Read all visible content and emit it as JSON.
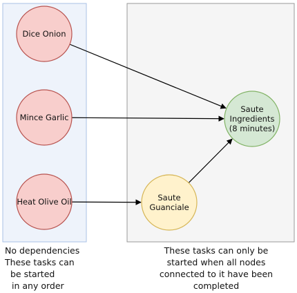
{
  "groups": {
    "independent": {
      "caption_lines": [
        "No dependencies",
        "These tasks can",
        "be started",
        "in any order"
      ]
    },
    "dependent": {
      "caption_lines": [
        "These tasks can only be",
        "started when all nodes",
        "connected to it have been",
        "completed"
      ]
    }
  },
  "nodes": {
    "dice_onion": {
      "lines": [
        "Dice Onion"
      ]
    },
    "mince_garlic": {
      "lines": [
        "Mince Garlic"
      ]
    },
    "heat_olive_oil": {
      "lines": [
        "Heat Olive Oil"
      ]
    },
    "saute_guanciale": {
      "lines": [
        "Saute",
        "Guanciale"
      ]
    },
    "saute_ingredients": {
      "lines": [
        "Saute",
        "Ingredients",
        "(8 minutes)"
      ]
    }
  },
  "edges": [
    {
      "from": "dice_onion",
      "to": "saute_ingredients"
    },
    {
      "from": "mince_garlic",
      "to": "saute_ingredients"
    },
    {
      "from": "heat_olive_oil",
      "to": "saute_guanciale"
    },
    {
      "from": "saute_guanciale",
      "to": "saute_ingredients"
    }
  ],
  "colors": {
    "red_fill": "#f8cecc",
    "red_stroke": "#b85450",
    "yellow_fill": "#fff2cc",
    "yellow_stroke": "#d6b656",
    "green_fill": "#d5e8d4",
    "green_stroke": "#82b366",
    "left_panel_fill": "#eef3fb",
    "left_panel_stroke": "#a9c2e6",
    "right_panel_fill": "#f5f5f5",
    "right_panel_stroke": "#999999"
  }
}
